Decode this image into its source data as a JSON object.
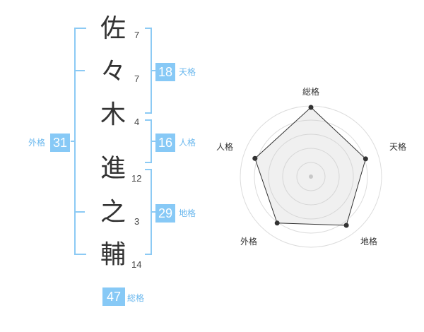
{
  "name": {
    "chars": [
      {
        "char": "佐",
        "strokes": "7"
      },
      {
        "char": "々",
        "strokes": "7"
      },
      {
        "char": "木",
        "strokes": "4"
      },
      {
        "char": "進",
        "strokes": "12"
      },
      {
        "char": "之",
        "strokes": "3"
      },
      {
        "char": "輔",
        "strokes": "14"
      }
    ]
  },
  "fortune": {
    "tenkaku": {
      "value": "18",
      "label": "天格"
    },
    "jinkaku": {
      "value": "16",
      "label": "人格"
    },
    "chikaku": {
      "value": "29",
      "label": "地格"
    },
    "gaikaku": {
      "value": "31",
      "label": "外格"
    },
    "soukaku": {
      "value": "47",
      "label": "総格"
    }
  },
  "colors": {
    "accent": "#87c9f6",
    "accent_text": "#6bb8ee",
    "line": "#8ccaf4"
  },
  "chart_data": {
    "type": "radar",
    "axes": [
      "総格",
      "天格",
      "地格",
      "外格",
      "人格"
    ],
    "values": [
      1.0,
      0.83,
      0.87,
      0.83,
      0.85
    ],
    "rings": 4,
    "range": [
      0,
      1
    ]
  }
}
